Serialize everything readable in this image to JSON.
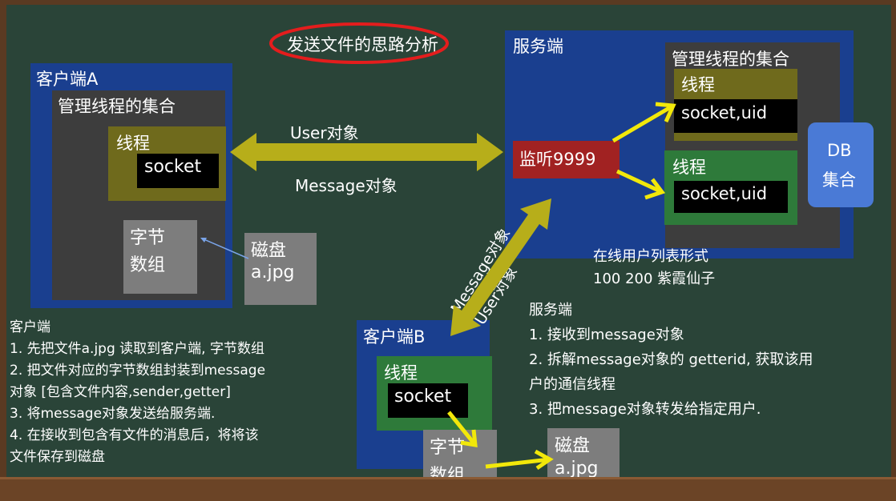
{
  "title": "发送文件的思路分析",
  "client_a": {
    "label": "客户端A",
    "collection": "管理线程的集合",
    "thread": "线程",
    "socket": "socket",
    "bytes_line1": "字节",
    "bytes_line2": "数组",
    "disk_line1": "磁盘",
    "disk_line2": "a.jpg"
  },
  "arrows": {
    "user_obj": "User对象",
    "message_obj": "Message对象",
    "diag_message": "Message对象",
    "diag_user": "User对象"
  },
  "server": {
    "label": "服务端",
    "collection": "管理线程的集合",
    "thread1": "线程",
    "socket1": "socket,uid",
    "thread2": "线程",
    "socket2": "socket,uid",
    "listen": "监听9999",
    "db_line1": "DB",
    "db_line2": "集合",
    "online_line1": "在线用户列表形式",
    "online_line2": "100  200  紫霞仙子"
  },
  "client_b": {
    "label": "客户端B",
    "thread": "线程",
    "socket": "socket",
    "bytes_line1": "字节",
    "bytes_line2": "数组",
    "disk_line1": "磁盘",
    "disk_line2": "a.jpg"
  },
  "client_notes": [
    "客户端",
    "1. 先把文件a.jpg 读取到客户端, 字节数组",
    "2. 把文件对应的字节数组封装到message",
    "对象 [包含文件内容,sender,getter]",
    "3. 将message对象发送给服务端.",
    "4. 在接收到包含有文件的消息后，将将该",
    "文件保存到磁盘"
  ],
  "server_notes": [
    "服务端",
    "1. 接收到message对象",
    "2. 拆解message对象的 getterid, 获取该用",
    "户的通信线程",
    "3. 把message对象转发给指定用户."
  ],
  "colors": {
    "board": "#2a4438",
    "box_blue": "#1a3f8f",
    "box_gray": "#3d3d3d",
    "olive": "#6f6a1c",
    "green": "#2e7a3a",
    "listen_red": "#a12222",
    "db_blue": "#4a7ad6",
    "arrow_olive": "#b7ae1a",
    "arrow_yellow": "#f2e80a",
    "highlight_red": "#e41d1d"
  }
}
